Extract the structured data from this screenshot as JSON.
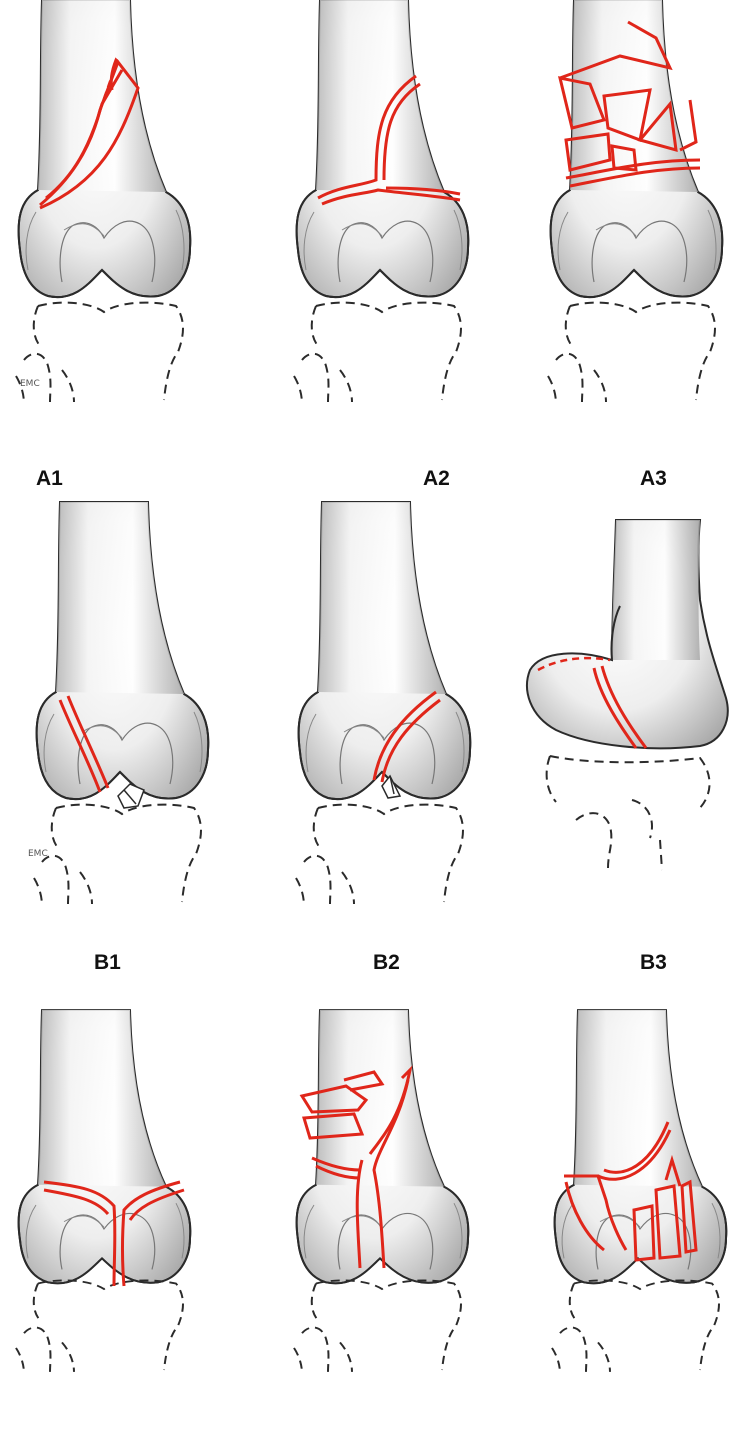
{
  "labels": {
    "a1": "A1",
    "a2": "A2",
    "a3": "A3",
    "b1": "B1",
    "b2": "B2",
    "b3": "B3"
  },
  "signature": "EMC",
  "colors": {
    "fracture": "#e0261a",
    "outline": "#2b2b2b",
    "bone_fill": "#e9e9e9",
    "bone_shade": "#9a9a9a",
    "background": "#ffffff"
  },
  "panels": [
    {
      "id": "a1",
      "view": "anterior",
      "icon": "femur-fracture-a1"
    },
    {
      "id": "a2",
      "view": "anterior",
      "icon": "femur-fracture-a2"
    },
    {
      "id": "a3",
      "view": "anterior",
      "icon": "femur-fracture-a3"
    },
    {
      "id": "b1",
      "view": "anterior",
      "icon": "femur-fracture-b1"
    },
    {
      "id": "b2",
      "view": "anterior",
      "icon": "femur-fracture-b2"
    },
    {
      "id": "b3",
      "view": "lateral",
      "icon": "femur-fracture-b3"
    },
    {
      "id": "c1",
      "view": "anterior",
      "icon": "femur-fracture-c1"
    },
    {
      "id": "c2",
      "view": "anterior",
      "icon": "femur-fracture-c2"
    },
    {
      "id": "c3",
      "view": "anterior",
      "icon": "femur-fracture-c3"
    }
  ]
}
